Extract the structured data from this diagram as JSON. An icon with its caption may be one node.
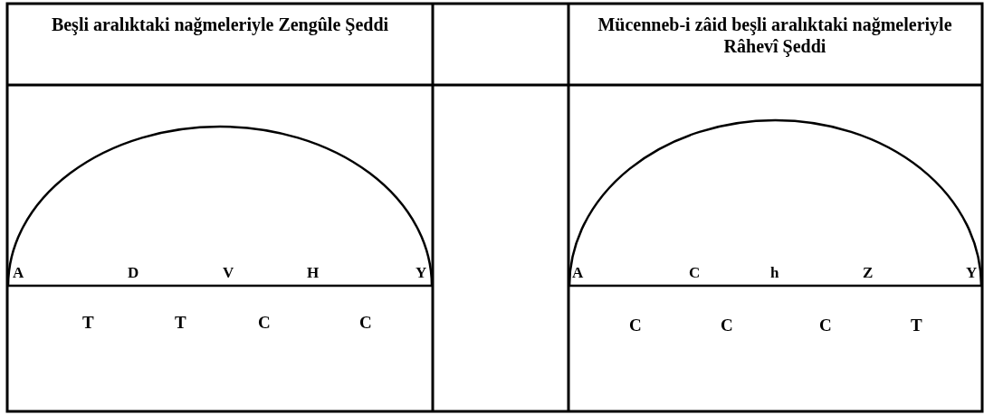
{
  "diagram": {
    "labels": [
      "Beşli aralıktaki nağmeleriyle Zengûle Şeddi",
      "Mücenneb-i zâid beşli aralıktaki nağmeleriyle Râhevî Şeddi",
      "A",
      "D",
      "V",
      "H",
      "Y",
      "T",
      "T",
      "C",
      "C",
      "A",
      "C",
      "h",
      "Z",
      "Y",
      "C",
      "C",
      "C",
      "T"
    ]
  }
}
